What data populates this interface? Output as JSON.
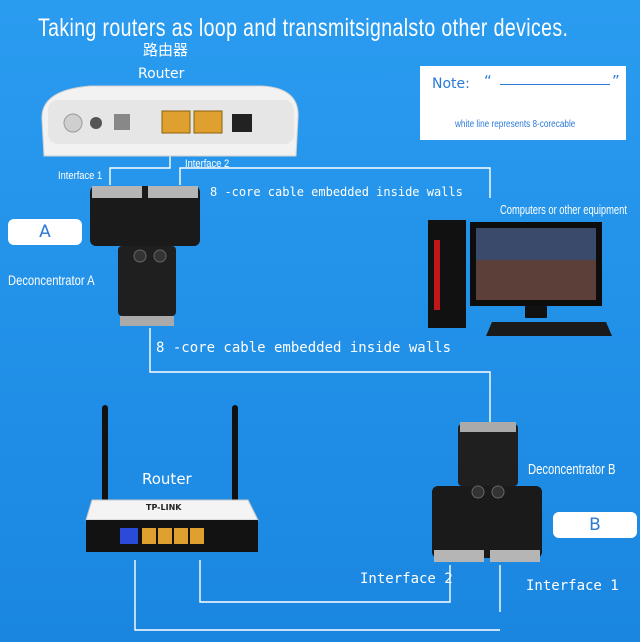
{
  "title": "Taking routers as loop and transmitsignalsto other devices.",
  "top_router": {
    "chinese_label": "路由器",
    "label": "Router"
  },
  "note": {
    "label": "Note:",
    "quote_open": "“",
    "quote_close": "”",
    "text": "white line represents 8-corecable"
  },
  "interface_labels": {
    "top_1": "Interface 1",
    "top_2": "Interface 2",
    "bottom_2": "Interface 2",
    "bottom_1": "Interface 1"
  },
  "cables": {
    "upper": "8 -core cable embedded inside walls",
    "middle": "8 -core cable embedded inside walls"
  },
  "computer_label": "Computers or other equipment",
  "deconcentrator_a": {
    "label": "Deconcentrator A",
    "badge": "A"
  },
  "deconcentrator_b": {
    "label": "Deconcentrator B",
    "badge": "B"
  },
  "wifi_router": {
    "label": "Router",
    "brand": "TP-LINK"
  },
  "colors": {
    "background": "#1f8fe6",
    "line": "#ffffff",
    "badge_text": "#2a7ad8"
  }
}
